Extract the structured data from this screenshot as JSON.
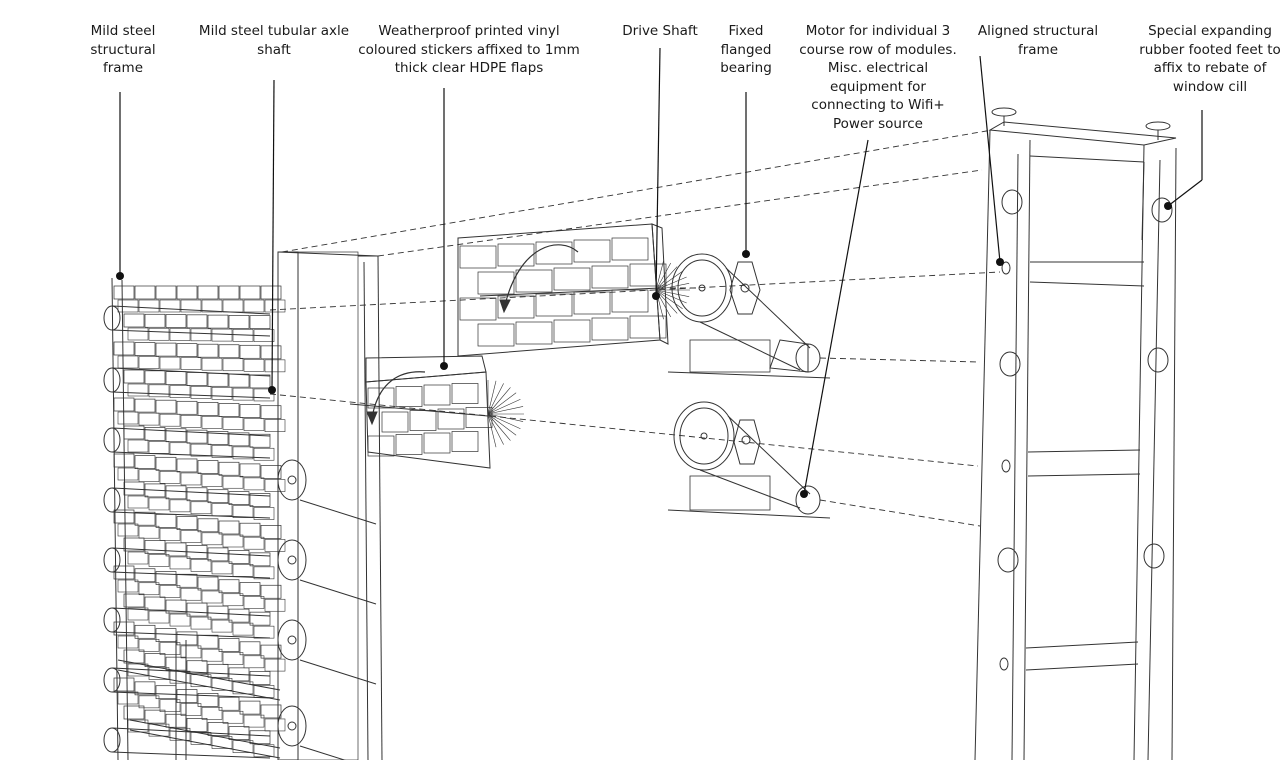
{
  "labels": {
    "frame": "Mild steel\nstructural\nframe",
    "axle": "Mild steel tubular axle\nshaft",
    "flaps": "Weatherproof printed vinyl\ncoloured stickers affixed to 1mm\nthick clear HDPE flaps",
    "drive_shaft": "Drive Shaft",
    "bearing": "Fixed\nflanged\nbearing",
    "motor": "Motor for individual 3\ncourse row of modules.\nMisc. electrical\nequipment for\nconnecting to Wifi+\nPower source",
    "aligned_frame": "Aligned structural frame",
    "feet": "Special expanding\nrubber footed feet to\naffix to rebate of\nwindow cill"
  },
  "colors": {
    "line": "#2a2a2a",
    "background": "#ffffff"
  }
}
